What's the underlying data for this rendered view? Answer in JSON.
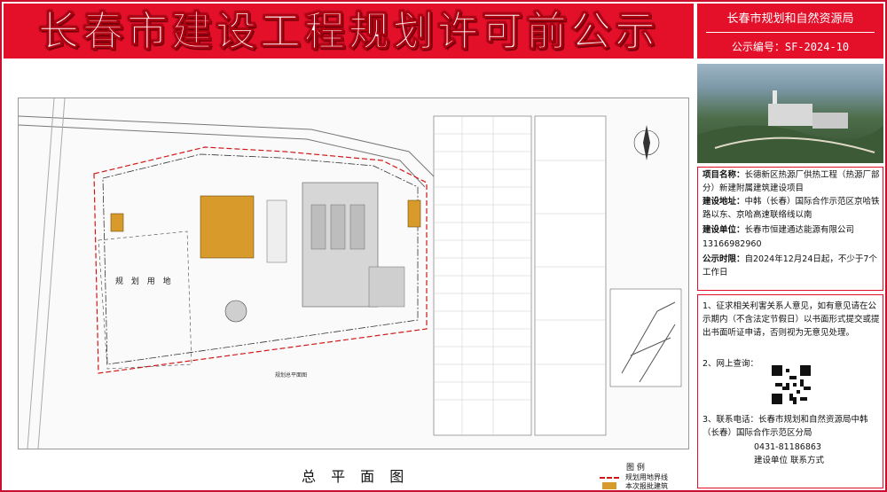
{
  "header": {
    "title": "长春市建设工程规划许可前公示",
    "org": "长春市规划和自然资源局",
    "notice_no_label": "公示编号：",
    "notice_no": "SF-2024-10"
  },
  "project": {
    "name_label": "项目名称：",
    "name": "长德新区热源厂供热工程（热源厂部分）新建附属建筑建设项目",
    "location_label": "建设地址：",
    "location": "中韩（长春）国际合作示范区京哈铁路以东、京哈高速联络线以南",
    "unit_label": "建设单位：",
    "unit": "长春市恒建通达能源有限公司",
    "phone": "13166982960",
    "period_label": "公示时限：",
    "period": "自2024年12月24日起，不少于7个工作日"
  },
  "notice": {
    "item1": "1、征求相关利害关系人意见，如有意见请在公示期内（不含法定节假日）以书面形式提交或提出书面听证申请，否则视为无意见处理。",
    "item2": "2、网上查询：",
    "item3_label": "3、联系电话：",
    "item3_org": "长春市规划和自然资源局中韩（长春）国际合作示范区分局",
    "item3_phone": "0431-81186863",
    "item3_footer": "建设单位  联系方式"
  },
  "plan": {
    "caption": "总 平 面 图",
    "site_label": "规 划 用 地",
    "sub_label": "规划总平面图",
    "legend_title": "图 例",
    "legend_items": [
      "规划用地界线",
      "本次报批建筑"
    ]
  },
  "colors": {
    "banner": "#e4102a",
    "approved_building": "#d89a2a",
    "boundary": "#d01818"
  }
}
